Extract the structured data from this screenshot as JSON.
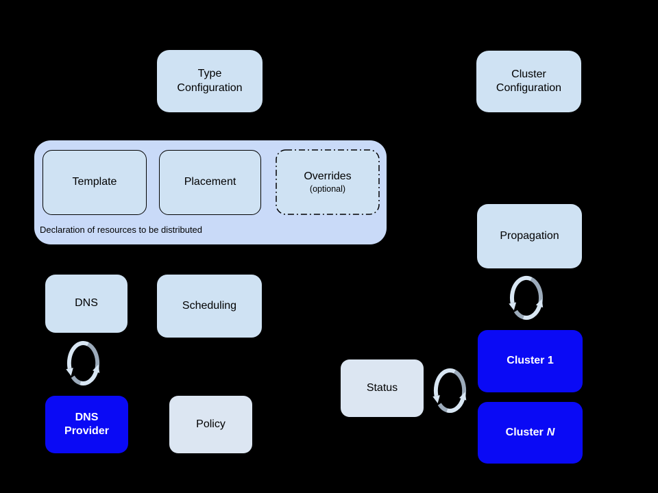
{
  "colors": {
    "background": "#000000",
    "container_fill": "#c9daf8",
    "box_fill": "#cfe2f3",
    "box_fill_light": "#dce6f2",
    "box_blue": "#0a0af5",
    "text_dark": "#000000",
    "text_light": "#ffffff",
    "connector": "#000000",
    "sync_dark": "#9cabbb",
    "sync_light": "#d8e6f3"
  },
  "container": {
    "caption": "Declaration of resources to be distributed"
  },
  "nodes": {
    "type_configuration": {
      "label": "Type Configuration"
    },
    "cluster_configuration": {
      "label": "Cluster Configuration"
    },
    "template": {
      "label": "Template"
    },
    "placement": {
      "label": "Placement"
    },
    "overrides": {
      "label": "Overrides",
      "sublabel": "(optional)"
    },
    "dns": {
      "label": "DNS"
    },
    "scheduling": {
      "label": "Scheduling"
    },
    "dns_provider": {
      "label": "DNS Provider"
    },
    "policy": {
      "label": "Policy"
    },
    "propagation": {
      "label": "Propagation"
    },
    "status": {
      "label": "Status"
    },
    "cluster_1": {
      "label": "Cluster 1"
    },
    "cluster_n": {
      "label_prefix": "Cluster",
      "label_italic": "N"
    }
  },
  "icons": {
    "sync": "circular-sync-arrows"
  }
}
